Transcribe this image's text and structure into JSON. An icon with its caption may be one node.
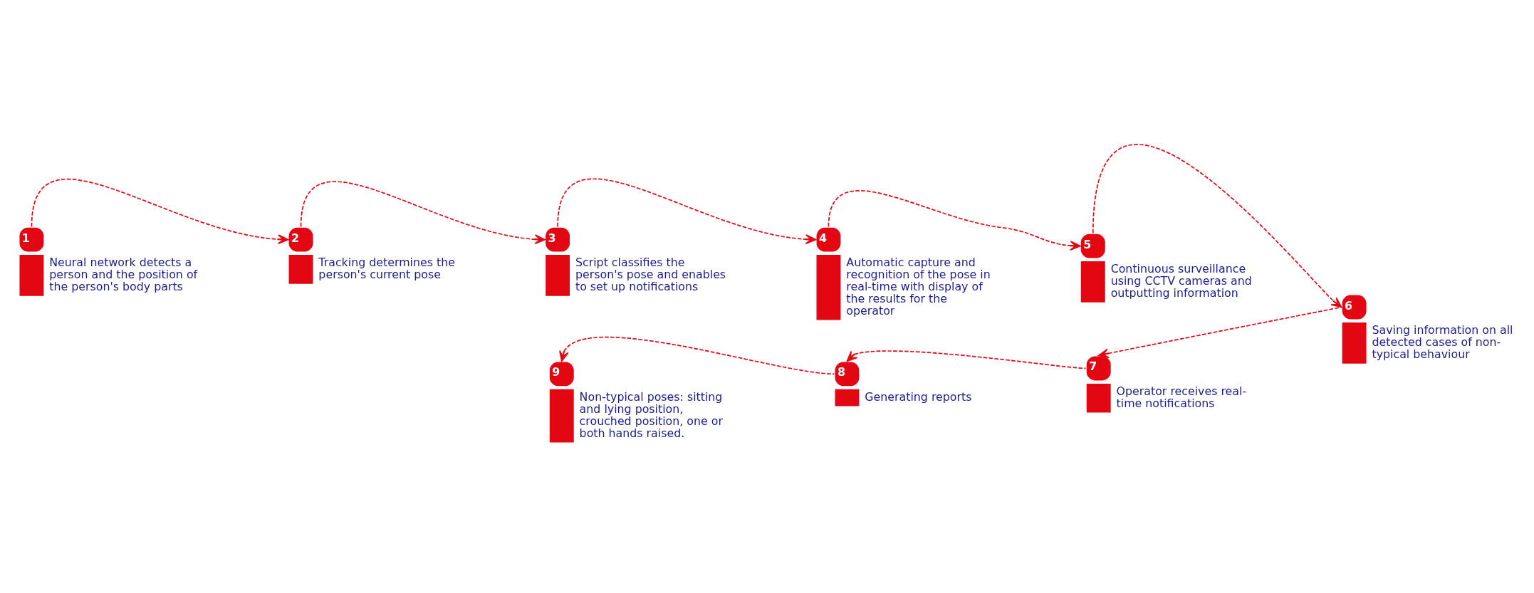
{
  "diagram": {
    "nodes": [
      {
        "text": [
          "1"
        ],
        "beside": [
          "Neural network detects a person and the position of the person's body parts"
        ]
      },
      {
        "text": [
          "2"
        ],
        "beside": [
          "Tracking determines the person's current pose"
        ]
      },
      {
        "text": [
          "3"
        ],
        "beside": [
          "Script classifies the person's pose and enables to set up notifications"
        ]
      },
      {
        "text": [
          "4"
        ],
        "beside": [
          "Automatic capture and recognition of the pose in real-time with display of the results for the operator"
        ]
      },
      {
        "text": [
          "5"
        ],
        "beside": [
          "Continuous surveillance using CCTV cameras and outputting information"
        ]
      },
      {
        "text": [
          "6"
        ],
        "beside": [
          "Saving information on all detected cases of non-typical behaviour"
        ]
      },
      {
        "text": [
          "7"
        ],
        "beside": [
          "Operator receives real-time notifications"
        ]
      },
      {
        "text": [
          "8"
        ],
        "beside": [
          "Generating reports"
        ]
      },
      {
        "text": [
          "9"
        ],
        "beside": [
          "Non-typical poses: sitting and lying position, crouched position, one or both hands raised."
        ]
      }
    ],
    "edges": [
      {
        "from": 0,
        "to": 1,
        "arrow": "to",
        "style": "dashed"
      },
      {
        "from": 1,
        "to": 2,
        "arrow": "to",
        "style": "dashed"
      },
      {
        "from": 2,
        "to": 3,
        "arrow": "to",
        "style": "dashed"
      },
      {
        "from": 3,
        "to": 4,
        "arrow": "to",
        "style": "dashed"
      },
      {
        "from": 4,
        "to": 5,
        "arrow": "to",
        "style": "dashed"
      },
      {
        "from": 5,
        "to": 6,
        "arrow": "to",
        "style": "dashed"
      },
      {
        "from": 6,
        "to": 7,
        "arrow": "to",
        "style": "dashed"
      },
      {
        "from": 7,
        "to": 8,
        "arrow": "to",
        "style": "dashed"
      }
    ]
  }
}
